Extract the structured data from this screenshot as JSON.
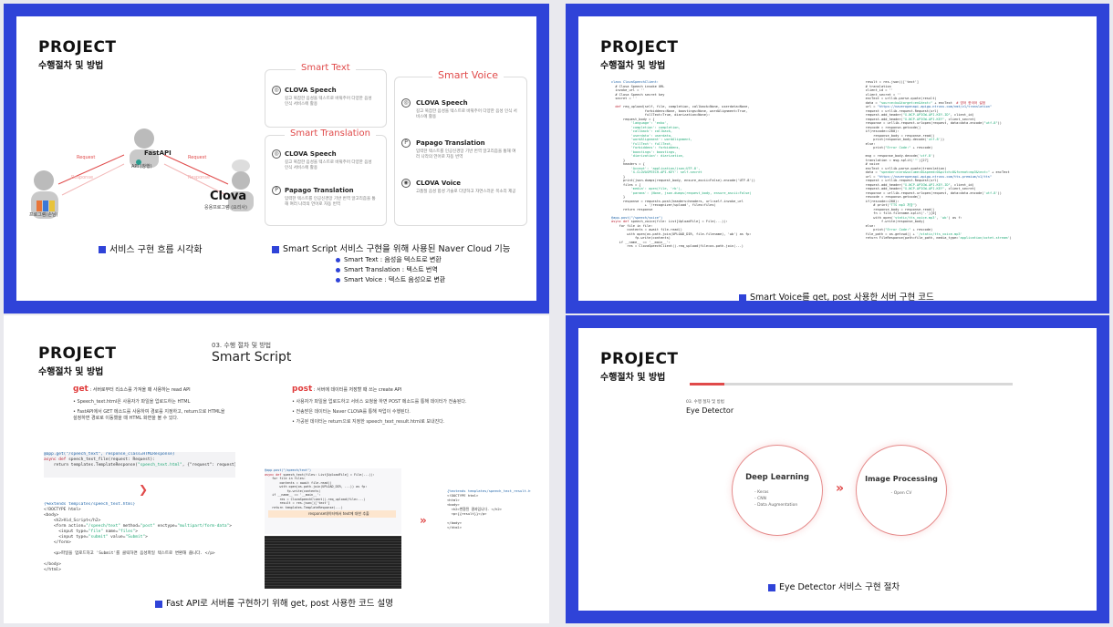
{
  "slide1": {
    "title": "PROJECT",
    "subtitle": "수행절차 및 방법",
    "flow": {
      "client_label": "프로그램(손님)",
      "api_label": "API (창행)",
      "fastapi": "FastAPI",
      "clova": "Clova",
      "server_label": "응용프로그램 (요리사)",
      "request1": "Request",
      "response1": "Response",
      "request2": "Request",
      "response2": "Response"
    },
    "smart_text": {
      "title": "Smart Text",
      "items": [
        {
          "name": "CLOVA Speech",
          "desc": "길고 복잡한 음성을 텍스트로 바꿔주어 다양한 음성 인식 서비스에 활용"
        }
      ]
    },
    "smart_translation": {
      "title": "Smart Translation",
      "items": [
        {
          "name": "CLOVA Speech",
          "desc": "길고 복잡한 음성을 텍스트로 바꿔주어 다양한 음성 인식 서비스에 활용"
        },
        {
          "name": "Papago Translation",
          "desc": "입력한 텍스트를 인공신경망 기반 번역 알고리즘을 통해 여러 나라의 언어로 자동 번역"
        }
      ]
    },
    "smart_voice": {
      "title": "Smart Voice",
      "items": [
        {
          "name": "CLOVA Speech",
          "desc": "길고 복잡한 음성을 텍스트로 바꿔주어 다양한 음성 인식 서비스에 활용"
        },
        {
          "name": "Papago Translation",
          "desc": "입력한 텍스트를 인공신경망 기반 번역 알고리즘을 통해 여러 나라의 언어로 자동 번역"
        },
        {
          "name": "CLOVA Voice",
          "desc": "고품질 음성 합성 기술로 다양하고 자연스러운 목소리 제공"
        }
      ]
    },
    "caption_left": "서비스 구현 흐름 시각화",
    "caption_right": "Smart Script 서비스 구현을 위해 사용된 Naver Cloud 기능",
    "bullets": [
      "Smart Text : 음성을 텍스트로 변환",
      "Smart Translation : 텍스트 번역",
      "Smart Voice : 텍스트 음성으로 변환"
    ]
  },
  "slide2": {
    "title": "PROJECT",
    "subtitle": "수행절차 및 방법",
    "caption": "Smart Voice를 get, post 사용한 서버 구현 코드"
  },
  "slide3": {
    "title": "PROJECT",
    "subtitle": "수행절차 및 방법",
    "section": "03. 수행 절차 및 방법",
    "heading": "Smart Script",
    "get": {
      "label": "get",
      "desc": ": 서버로부터 리소스를 가져올 때 사용하는 read API",
      "points": [
        "Speech_text.html은 사용자가 파일을 업로드하는 HTML",
        "FastAPI에서 GET 메소드를 사용하여 경로를 지정하고, return으로 HTML을 설정하면 경로로 이동했을 때 HTML 화면을 볼 수 있다."
      ]
    },
    "post": {
      "label": "post",
      "desc": ": 서버에 데이터를 저장할 때 쓰는 create API",
      "points": [
        "사용자가 파일을 업로드하고 서비스 요청을 하면 POST 메소드를 통해 데이터가 전송된다.",
        "전송받은 데이터는 Naver CLOVA를 통해 작업이 수행된다.",
        "가공된 데이터는 return으로 지정한 speech_text_result.html로 보내진다."
      ]
    },
    "annotation": "response데이터에서 text에 대한 추출",
    "caption": "Fast API로 서버를 구현하기 위해 get, post 사용한 코드 설명"
  },
  "slide4": {
    "title": "PROJECT",
    "subtitle": "수행절차 및 방법",
    "section": "03. 수행 절차 및 방법",
    "heading": "Eye Detector",
    "circle1": {
      "title": "Deep Learning",
      "items": [
        "Keras",
        "CNN",
        "Data Augmentation"
      ]
    },
    "circle2": {
      "title": "Image Processing",
      "items": [
        "Open CV"
      ]
    },
    "arrow": "»",
    "caption": "Eye Detector 서비스 구현 절차"
  },
  "colors": {
    "accent": "#2f43d8",
    "red": "#e04a4a"
  },
  "icons": [
    "person-icon",
    "server-icon",
    "chef-icon",
    "file-icon",
    "chevron-right-icon",
    "chevron-down-icon"
  ]
}
